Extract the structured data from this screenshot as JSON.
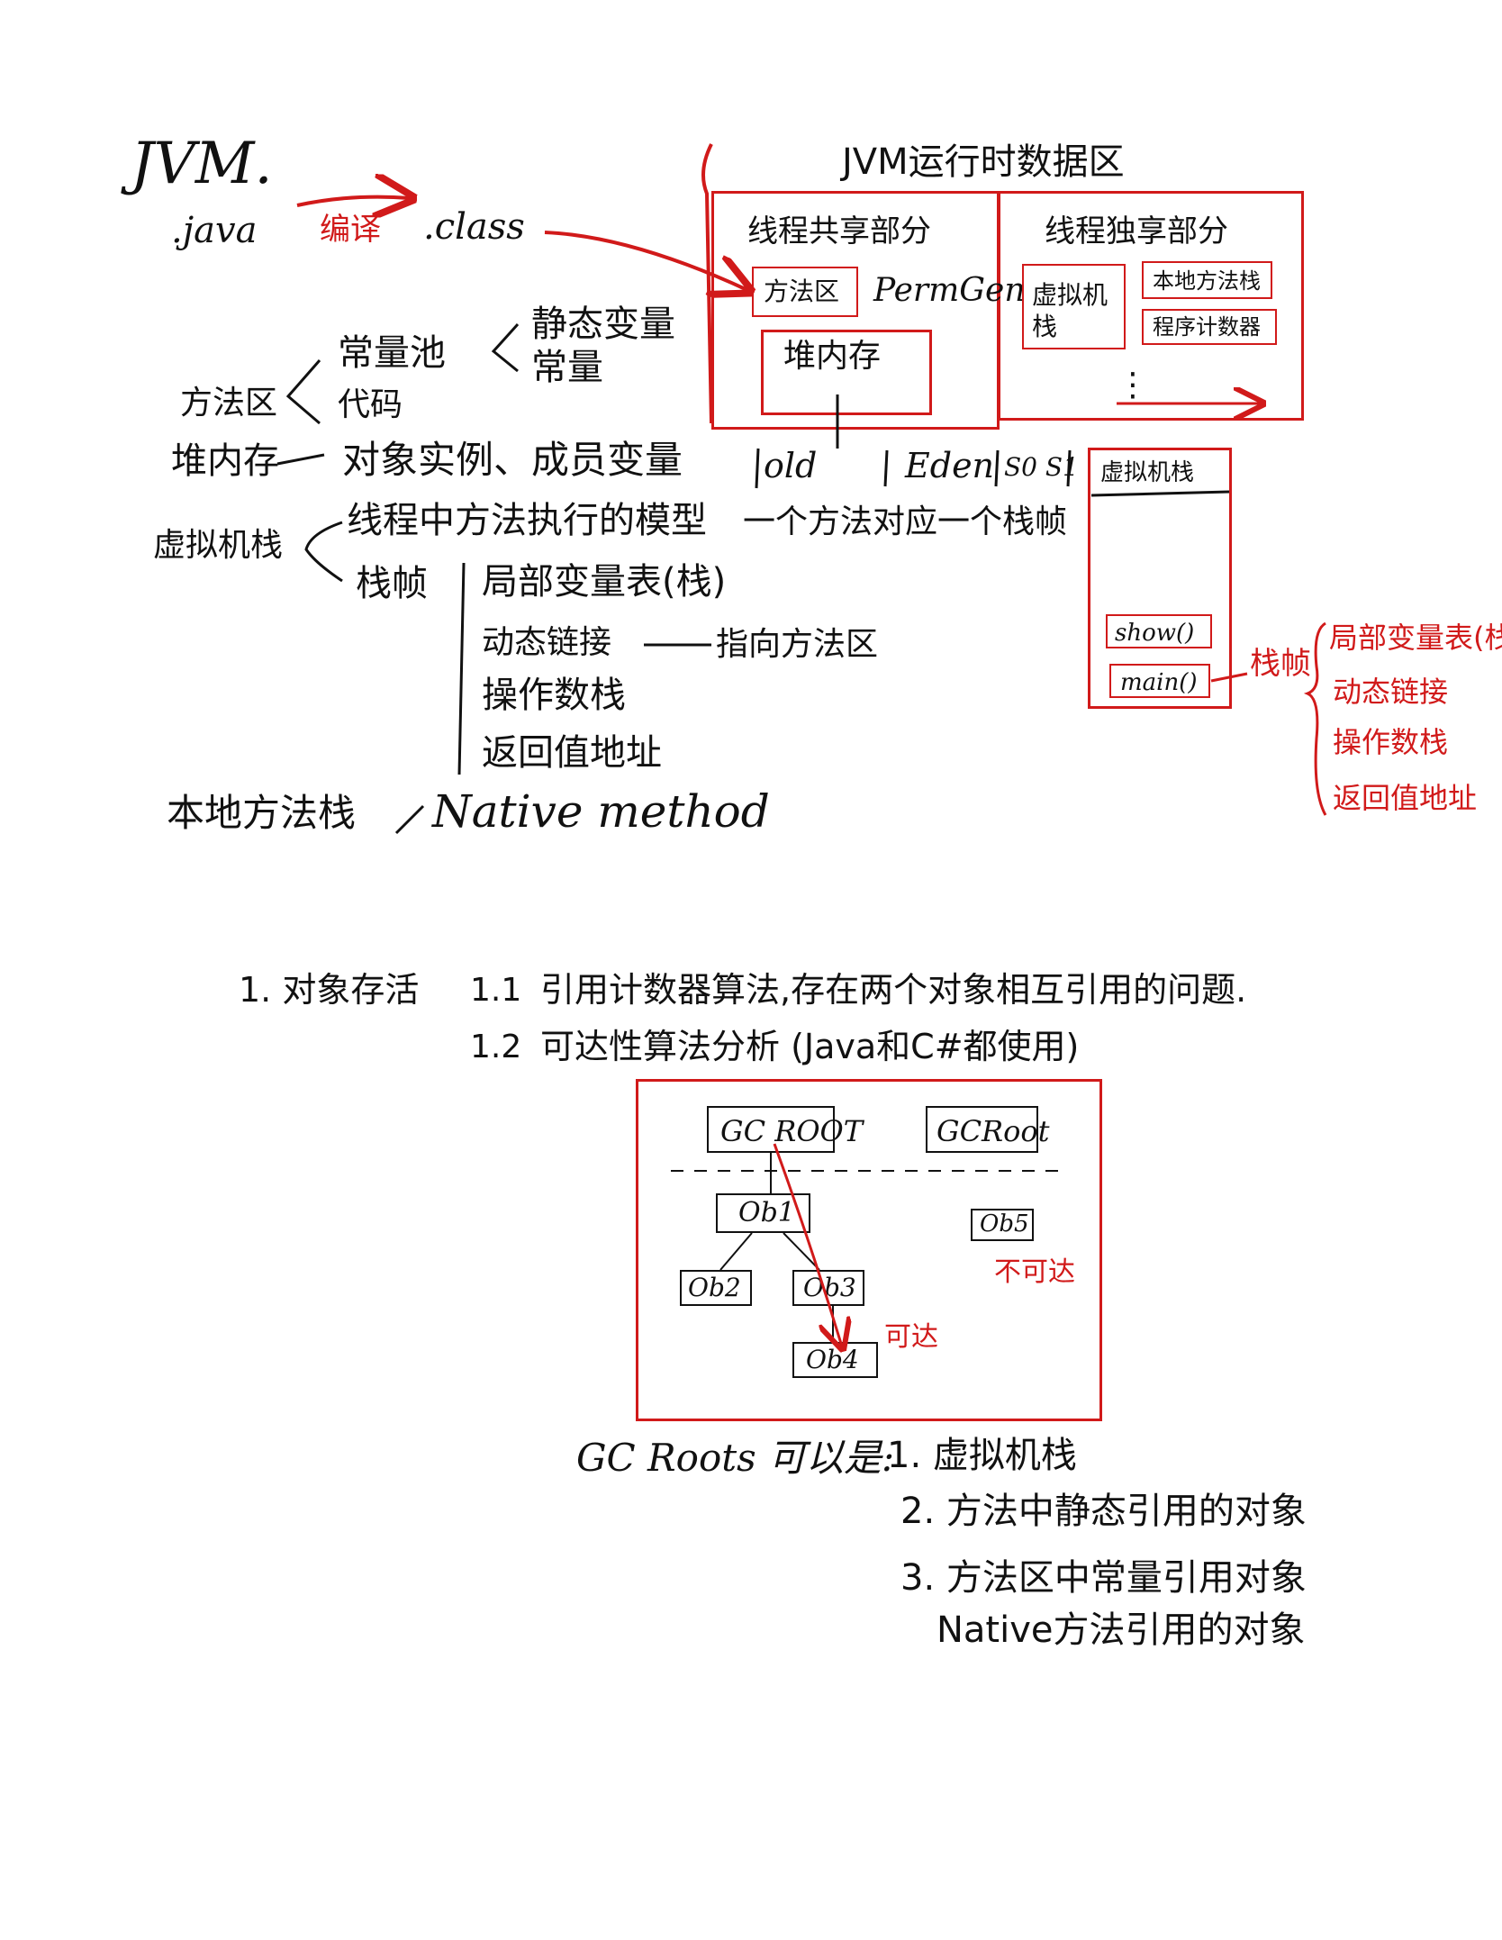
{
  "colors": {
    "ink": "#111111",
    "red": "#d11a1a",
    "paper": "#ffffff"
  },
  "jvm": {
    "title": "JVM.",
    "java": ".java",
    "compile": "编译",
    "class": ".class"
  },
  "runtime": {
    "title": "JVM运行时数据区",
    "shared": "线程共享部分",
    "method_area": "方法区",
    "permgen": "PermGen",
    "heap": "堆内存",
    "private": "线程独享部分",
    "vm_stack": "虚拟机栈",
    "native_stack": "本地方法栈",
    "pc": "程序计数器",
    "dots": "⋮"
  },
  "heap_gen": {
    "old": "old",
    "eden": "Eden",
    "s": "S0 S1"
  },
  "stack_diagram": {
    "title": "虚拟机栈",
    "show": "show()",
    "main": "main()",
    "frame": "栈帧",
    "items": [
      "局部变量表(栈)",
      "动态链接",
      "操作数栈",
      "返回值地址"
    ]
  },
  "notes": {
    "static_var": "静态变量",
    "constant": "常量",
    "const_pool": "常量池",
    "code": "代码",
    "method_area": "方法区",
    "heap": "堆内存",
    "heap_desc": "对象实例、成员变量",
    "vm_stack": "虚拟机栈",
    "vm_stack_desc": "线程中方法执行的模型",
    "vm_stack_desc2": "一个方法对应一个栈帧",
    "stack_frame": "栈帧",
    "frame_items": [
      "局部变量表(栈)",
      "动态链接",
      "操作数栈",
      "返回值地址"
    ],
    "dyn_link_note": "指向方法区",
    "native": "本地方法栈",
    "native_desc": "Native method"
  },
  "gc": {
    "line1_prefix": "1. 对象存活",
    "line1_num": "1.1",
    "line1_text": "引用计数器算法,存在两个对象相互引用的问题.",
    "line2_num": "1.2",
    "line2_text": "可达性算法分析 (Java和C#都使用)",
    "root1": "GC ROOT",
    "root2": "GCRoot",
    "ob1": "Ob1",
    "ob2": "Ob2",
    "ob3": "Ob3",
    "ob4": "Ob4",
    "ob5": "Ob5",
    "reachable": "可达",
    "unreachable": "不可达",
    "roots_title": "GC Roots 可以是:",
    "roots_list": [
      "1. 虚拟机栈",
      "2. 方法中静态引用的对象",
      "3. 方法区中常量引用对象",
      "Native方法引用的对象"
    ]
  }
}
